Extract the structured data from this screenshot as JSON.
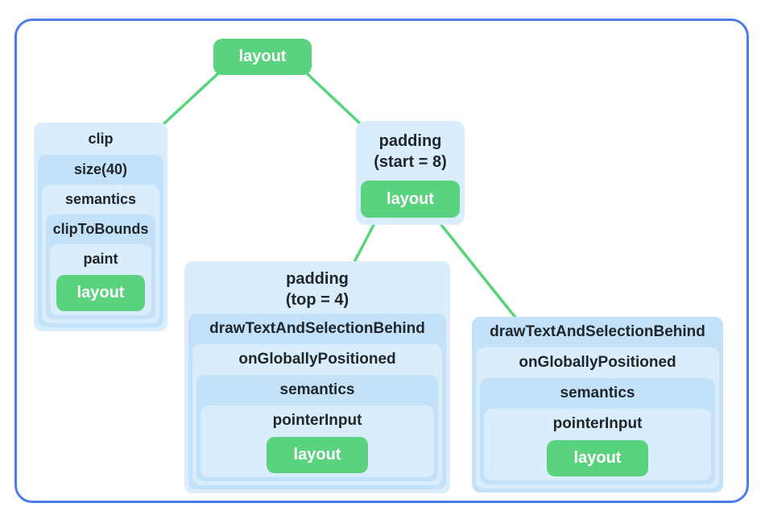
{
  "colors": {
    "frame_border": "#4c7ce9",
    "node_green": "#5bd27d",
    "edge_green": "#57d479",
    "level_light_blue": "#d9edfd",
    "level_dark_blue": "#c3e1f8",
    "text_dark": "#20262b",
    "text_on_green": "#ffffff"
  },
  "tree": {
    "root": {
      "label": "layout"
    },
    "clip_chain": {
      "levels": [
        "clip",
        "size(40)",
        "semantics",
        "clipToBounds",
        "paint"
      ],
      "leaf": "layout"
    },
    "padding_start_chain": {
      "title_line1": "padding",
      "title_line2": "(start = 8)",
      "leaf": "layout"
    },
    "padding_top_chain": {
      "title_line1": "padding",
      "title_line2": "(top = 4)",
      "levels": [
        "drawTextAndSelectionBehind",
        "onGloballyPositioned",
        "semantics",
        "pointerInput"
      ],
      "leaf": "layout"
    },
    "draw_text_chain": {
      "levels": [
        "drawTextAndSelectionBehind",
        "onGloballyPositioned",
        "semantics",
        "pointerInput"
      ],
      "leaf": "layout"
    }
  }
}
